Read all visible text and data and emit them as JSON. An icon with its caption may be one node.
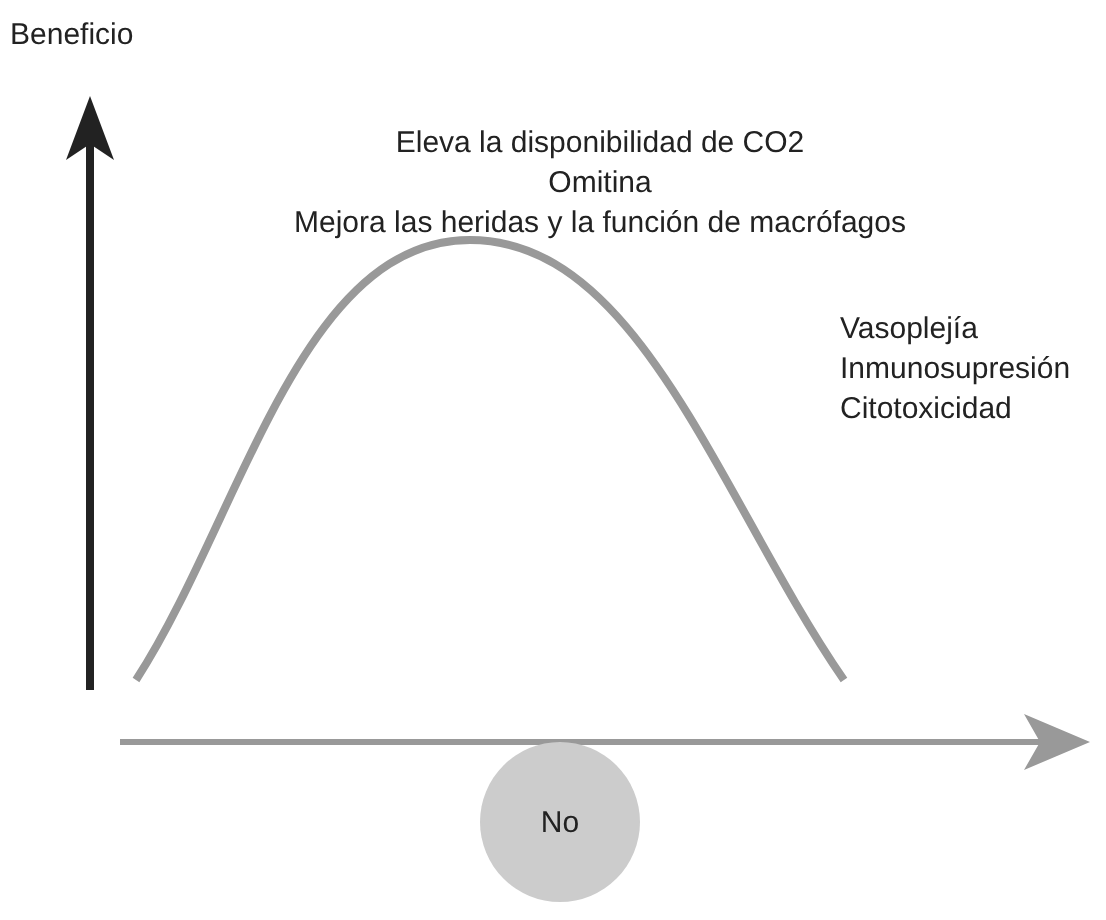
{
  "diagram": {
    "nodes": [
      {
        "text": [
          "No"
        ]
      }
    ],
    "edges": [],
    "labels": [
      "Beneficio",
      "Eleva la disponibilidad de CO2",
      "Omitina",
      "Mejora las heridas y la función de macrófagos",
      "Vasoplejía",
      "Inmunosupresión",
      "Citotoxicidad"
    ]
  }
}
